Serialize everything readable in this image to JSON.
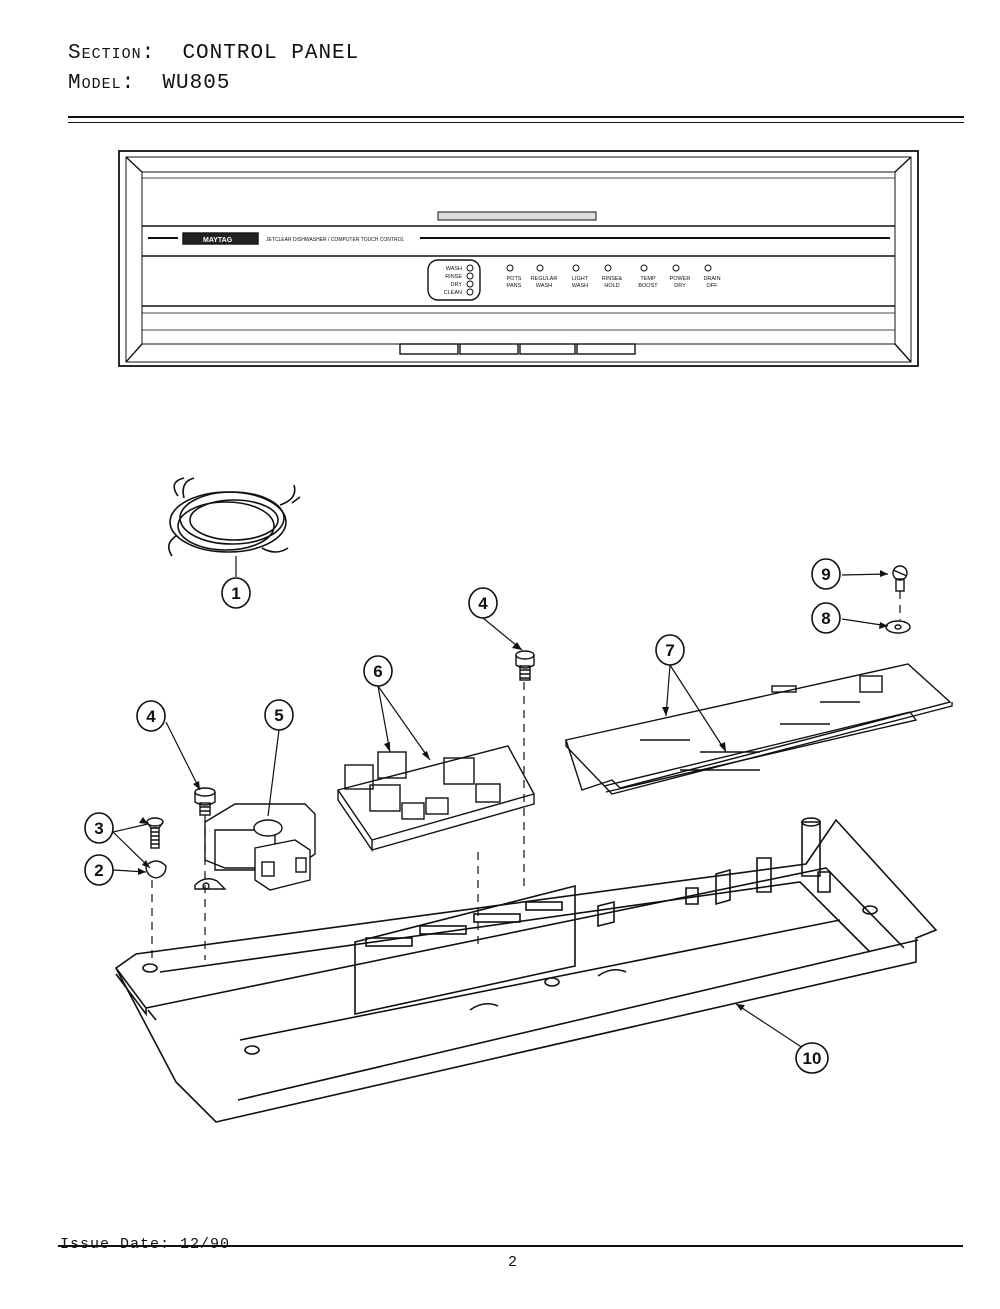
{
  "header": {
    "section_key": "Section:",
    "section_value": "CONTROL PANEL",
    "model_key": "Model:",
    "model_value": "WU805"
  },
  "panel": {
    "brand": "MAYTAG",
    "subtitle": "JETCLEAR DISHWASHER / COMPUTER TOUCH CONTROL",
    "status_lights": [
      "WASH",
      "RINSE",
      "DRY",
      "CLEAN"
    ],
    "buttons": [
      {
        "l1": "POTS",
        "l2": "PANS"
      },
      {
        "l1": "REGULAR",
        "l2": "WASH"
      },
      {
        "l1": "LIGHT",
        "l2": "WASH"
      },
      {
        "l1": "RINSE&",
        "l2": "HOLD"
      },
      {
        "l1": "TEMP",
        "l2": "BOOST"
      },
      {
        "l1": "POWER",
        "l2": "DRY"
      },
      {
        "l1": "DRAIN",
        "l2": "OFF"
      }
    ]
  },
  "callouts": [
    "1",
    "2",
    "3",
    "4",
    "4",
    "5",
    "6",
    "7",
    "8",
    "9",
    "10"
  ],
  "footer": {
    "issue_date": "Issue Date: 12/90",
    "page": "2"
  }
}
